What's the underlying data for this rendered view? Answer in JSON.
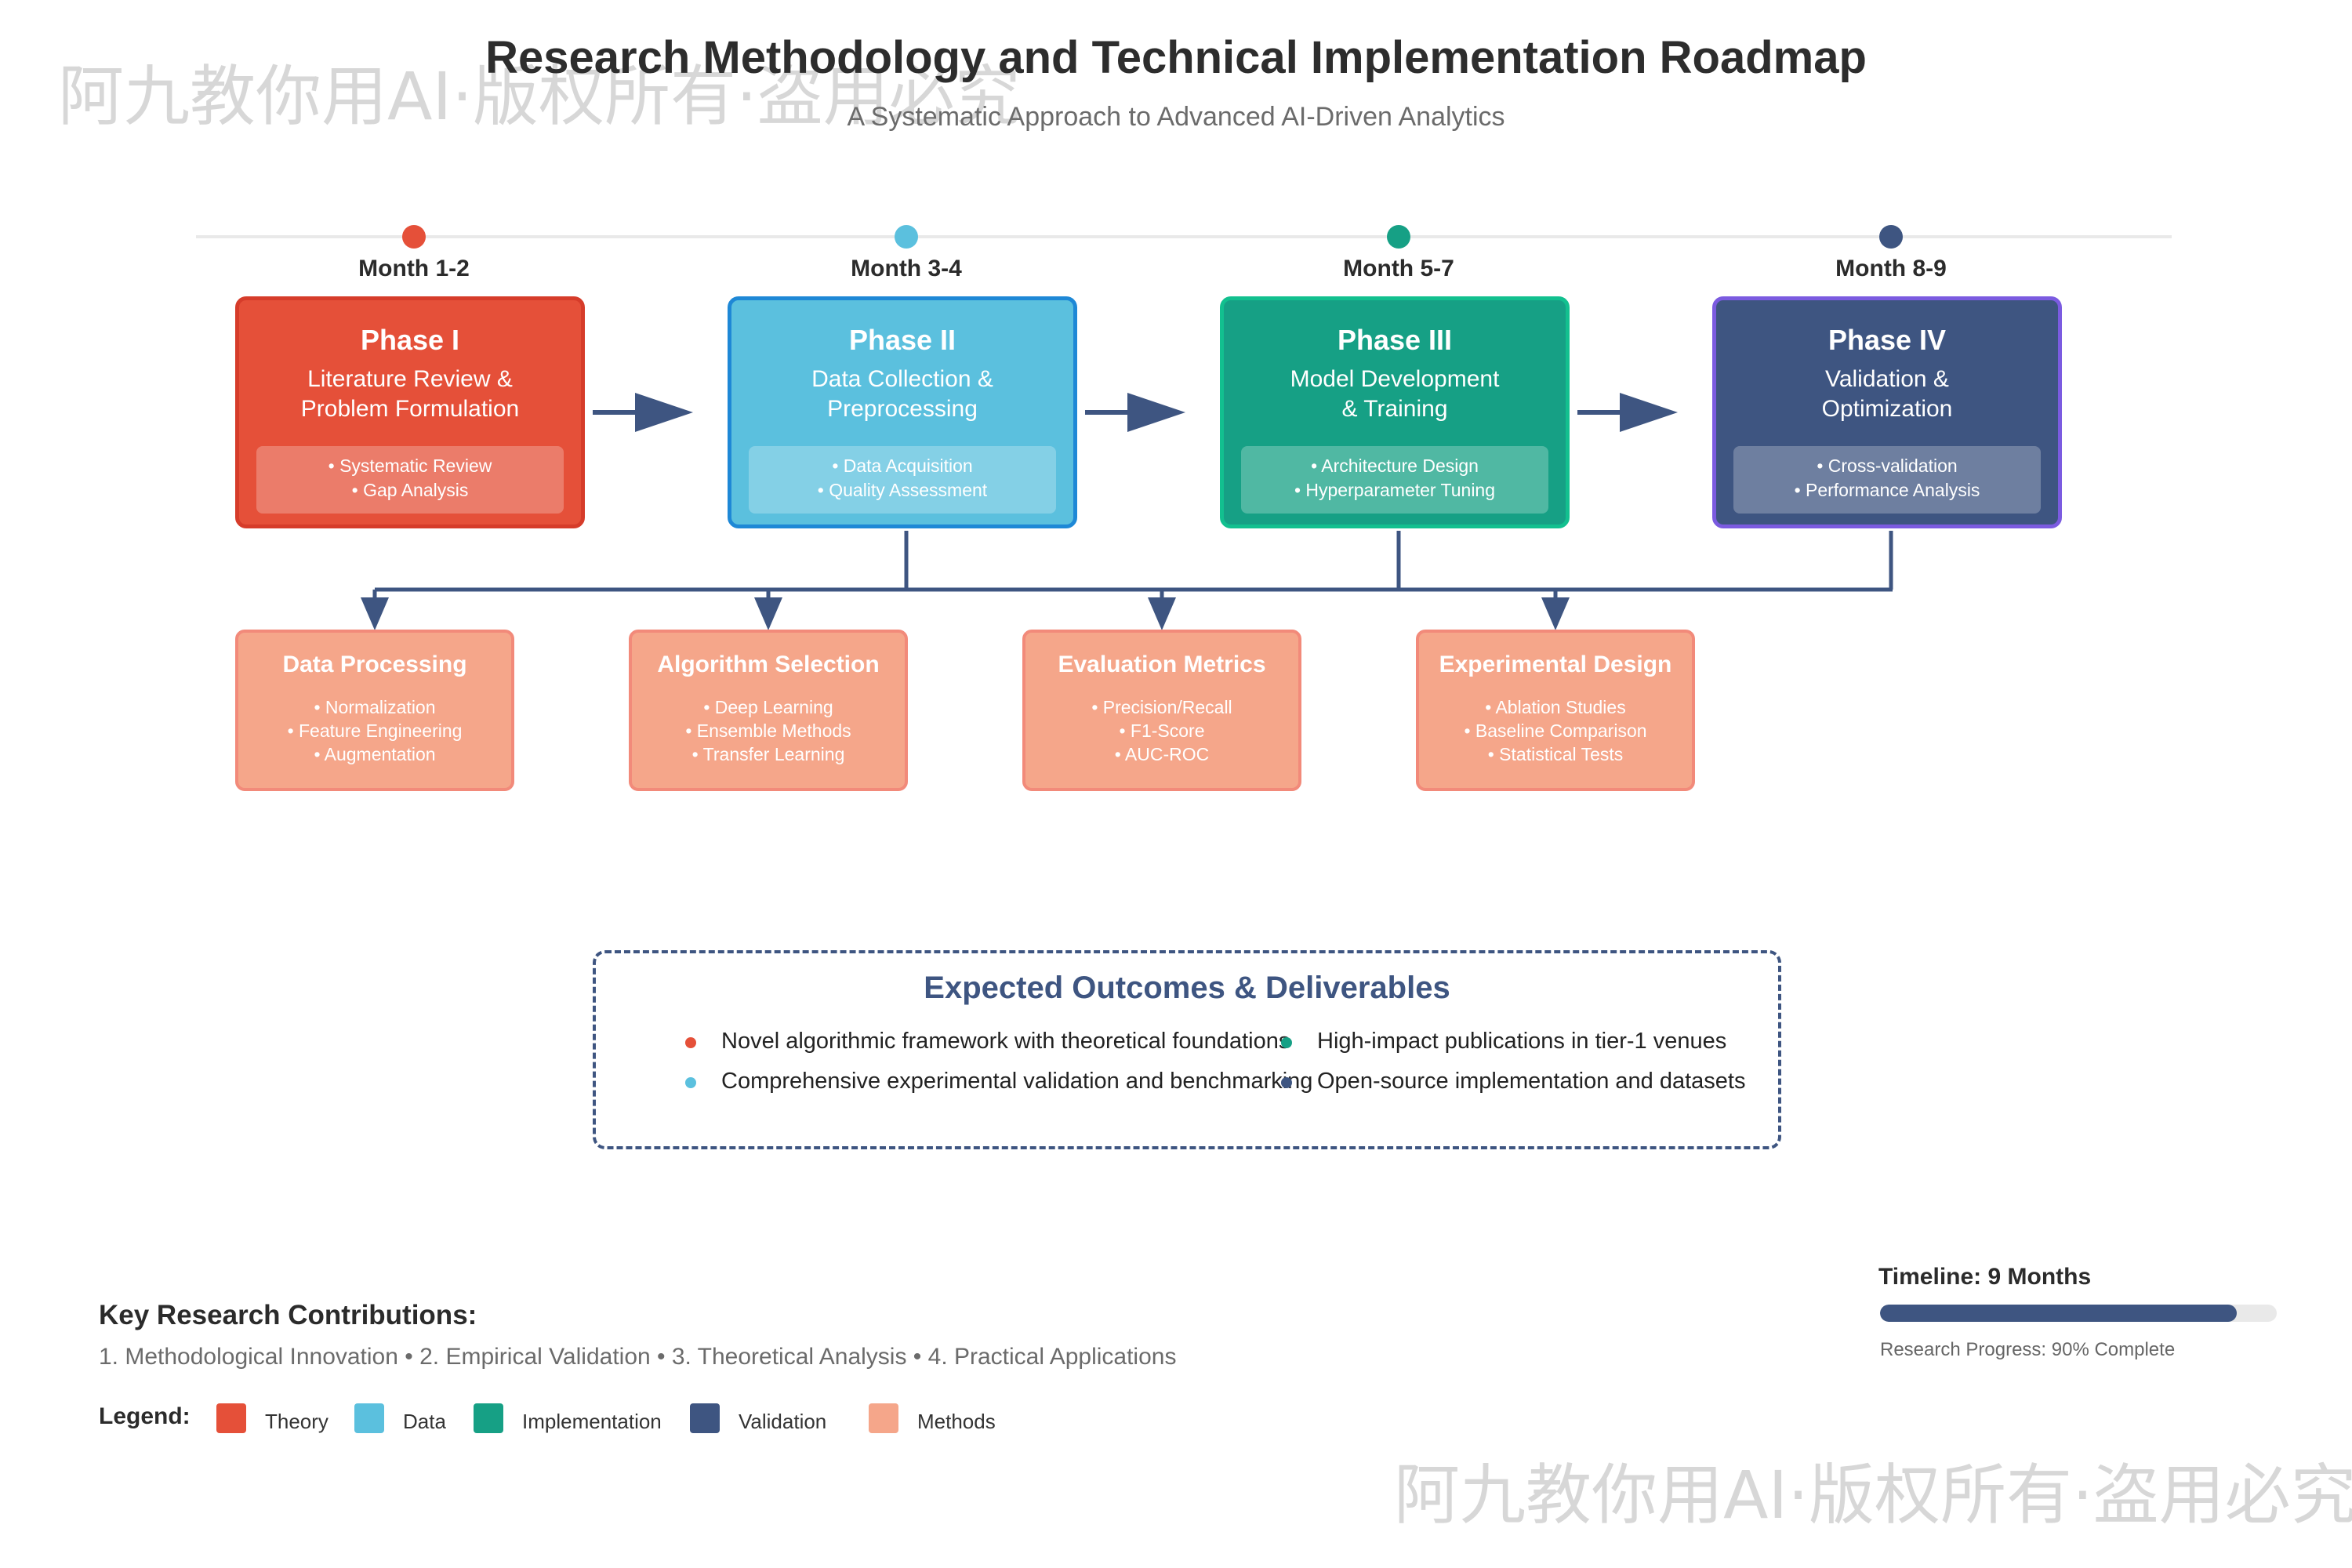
{
  "header": {
    "title": "Research Methodology and Technical Implementation Roadmap",
    "subtitle": "A Systematic Approach to Advanced AI-Driven Analytics"
  },
  "watermark": "阿九教你用AI·版权所有·盗用必究",
  "colors": {
    "theory": "#e55039",
    "data": "#5bc0de",
    "implementation": "#16a085",
    "validation": "#3e5581",
    "methods": "#f5a68a"
  },
  "phases": [
    {
      "month": "Month 1-2",
      "title": "Phase I",
      "desc": [
        "Literature Review &",
        "Problem Formulation"
      ],
      "items": [
        "• Systematic Review",
        "• Gap Analysis"
      ]
    },
    {
      "month": "Month 3-4",
      "title": "Phase II",
      "desc": [
        "Data Collection &",
        "Preprocessing"
      ],
      "items": [
        "• Data Acquisition",
        "• Quality Assessment"
      ]
    },
    {
      "month": "Month 5-7",
      "title": "Phase III",
      "desc": [
        "Model Development",
        "& Training"
      ],
      "items": [
        "• Architecture Design",
        "• Hyperparameter Tuning"
      ]
    },
    {
      "month": "Month 8-9",
      "title": "Phase IV",
      "desc": [
        "Validation &",
        "Optimization"
      ],
      "items": [
        "• Cross-validation",
        "• Performance Analysis"
      ]
    }
  ],
  "methods": [
    {
      "title": "Data Processing",
      "items": [
        "• Normalization",
        "• Feature Engineering",
        "• Augmentation"
      ]
    },
    {
      "title": "Algorithm Selection",
      "items": [
        "• Deep Learning",
        "• Ensemble Methods",
        "• Transfer Learning"
      ]
    },
    {
      "title": "Evaluation Metrics",
      "items": [
        "• Precision/Recall",
        "• F1-Score",
        "• AUC-ROC"
      ]
    },
    {
      "title": "Experimental Design",
      "items": [
        "• Ablation Studies",
        "• Baseline Comparison",
        "• Statistical Tests"
      ]
    }
  ],
  "outcomes": {
    "title": "Expected Outcomes & Deliverables",
    "items": [
      "Novel algorithmic framework with theoretical foundations",
      "High-impact publications in tier-1 venues",
      "Comprehensive experimental validation and benchmarking",
      "Open-source implementation and datasets"
    ]
  },
  "contributions": {
    "title": "Key Research Contributions:",
    "text": "1. Methodological Innovation • 2. Empirical Validation • 3. Theoretical Analysis • 4. Practical Applications"
  },
  "legend": {
    "label": "Legend:",
    "items": [
      "Theory",
      "Data",
      "Implementation",
      "Validation",
      "Methods"
    ]
  },
  "timeline": {
    "label": "Timeline: 9 Months",
    "progress_text": "Research Progress: 90% Complete",
    "progress_fraction": 0.9
  }
}
